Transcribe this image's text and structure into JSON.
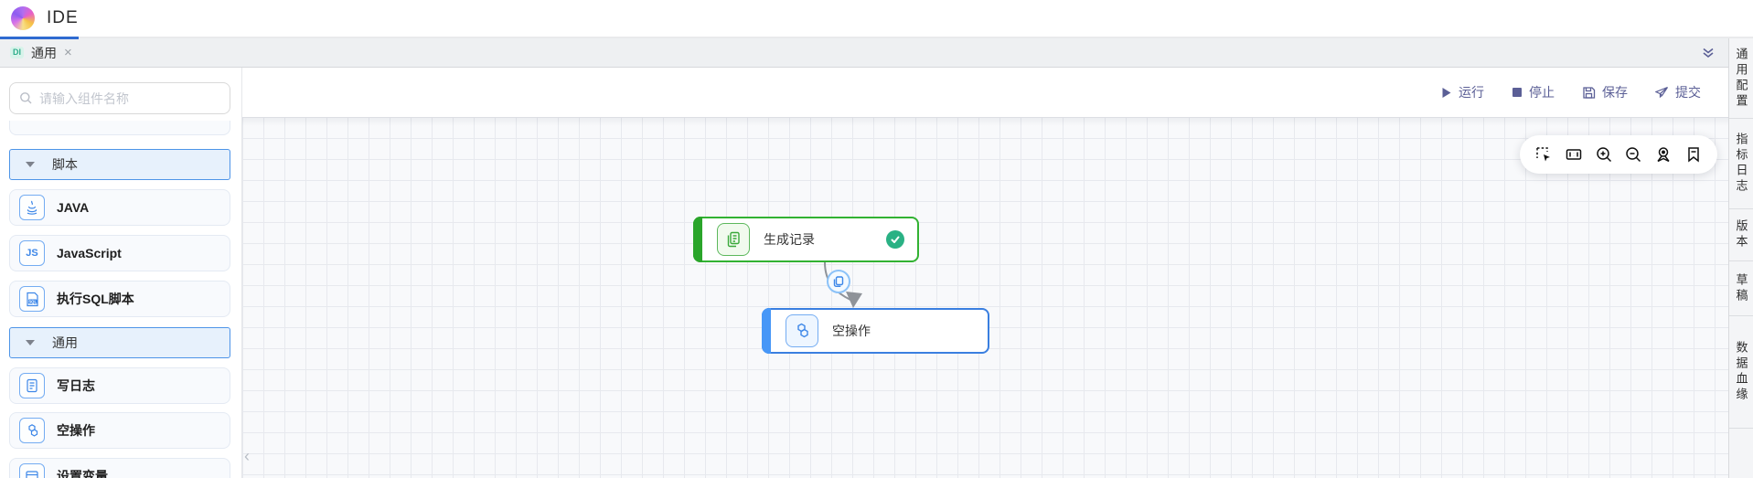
{
  "header": {
    "title": "IDE"
  },
  "tabbar": {
    "tabs": [
      {
        "badge": "DI",
        "label": "通用",
        "close": "×"
      }
    ],
    "collapse_icon": "chevron-double-down"
  },
  "toolbar": {
    "buttons": [
      {
        "label": "运行",
        "icon": "play-icon"
      },
      {
        "label": "停止",
        "icon": "stop-icon"
      },
      {
        "label": "保存",
        "icon": "save-icon"
      },
      {
        "label": "提交",
        "icon": "submit-icon"
      }
    ]
  },
  "sidebar": {
    "search_placeholder": "请输入组件名称",
    "sections": [
      {
        "label": "脚本",
        "items": [
          {
            "label": "JAVA",
            "icon": "java-icon"
          },
          {
            "label": "JavaScript",
            "icon": "js-icon",
            "icon_text": "JS"
          },
          {
            "label": "执行SQL脚本",
            "icon": "sql-file-icon",
            "icon_text": "SQL"
          }
        ]
      },
      {
        "label": "通用",
        "items": [
          {
            "label": "写日志",
            "icon": "log-icon"
          },
          {
            "label": "空操作",
            "icon": "noop-icon"
          },
          {
            "label": "设置变量",
            "icon": "variable-icon"
          }
        ]
      }
    ]
  },
  "canvas": {
    "nodes": [
      {
        "label": "生成记录",
        "status": "success",
        "border_color": "#32b232"
      },
      {
        "label": "空操作",
        "status": "none",
        "border_color": "#3a7fe0"
      }
    ],
    "edge": {
      "from": "生成记录",
      "to": "空操作",
      "badge_icon": "copy-icon"
    }
  },
  "canvas_toolbar": {
    "icons": [
      "marquee-select",
      "fit-view",
      "zoom-in",
      "zoom-out",
      "locate",
      "bookmark"
    ]
  },
  "right_panel": {
    "tabs": [
      {
        "label": "通用配置"
      },
      {
        "label": "指标日志"
      },
      {
        "label": "版本"
      },
      {
        "label": "草稿"
      },
      {
        "label": "数据血缘"
      }
    ]
  },
  "colors": {
    "accent_blue": "#2f6bd0",
    "node_green": "#32b232",
    "node_blue": "#3a7fe0",
    "success_check": "#2ab184",
    "toolbar_text": "#5b5f96",
    "badge_teal": "#2fae8c"
  }
}
